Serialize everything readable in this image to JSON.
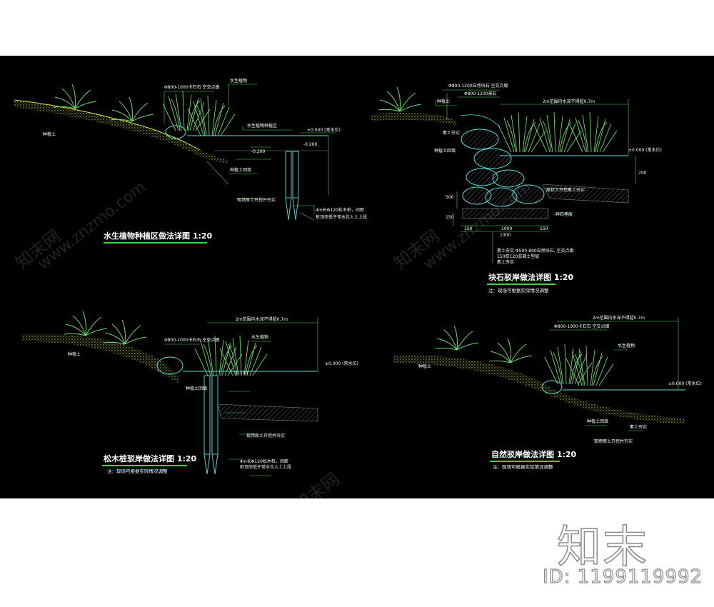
{
  "panels": [
    {
      "title": "水生植物种植区做法详图 1:20",
      "labels": [
        "Φ800-1000卡石石 空交点缀",
        "水生植物",
        "种植土",
        "水生植物种植区",
        "±0.000 (常水位)",
        "-0.200",
        "-0.200",
        "种植土回填",
        "现场原土开挖并夯实",
        "4m长Φ120松木桩，间距",
        "桩顶须低于常水位入土上段"
      ]
    },
    {
      "title": "块石驳岸做法详图 1:20",
      "note": "注：现场可根据实际情况调整",
      "labels": [
        "Φ800-1200自然块石 空交点缀",
        "Φ800-1200景石",
        "种植土",
        "2m范围内水深不得超0.7m",
        "种植土回填",
        "±0.000 (常水位)",
        "700",
        "500",
        "150",
        "150",
        "1000",
        "150",
        "1300",
        "素土夯实",
        "原状土开挖素土夯实",
        "碎石垫层",
        "素土夯实 Φ500-800自然块石, 空交点缀",
        "150厚C20混凝土垫层",
        "素土夯实"
      ]
    },
    {
      "title": "松木桩驳岸做法详图 1:20",
      "note": "注：现场可根据实际情况调整",
      "labels": [
        "2m范围内水深不得超0.7m",
        "Φ800-1000卡石石 空交点缀",
        "水生植物",
        "种植土",
        "±0.000 (常水位)",
        "-0.100",
        "种植土回填",
        "现场原土开挖并夯实",
        "4m长Φ120松木桩，间距",
        "桩顶须低于常水位入土上段"
      ]
    },
    {
      "title": "自然驳岸做法详图 1:20",
      "note": "注：现场可根据实际情况调整",
      "labels": [
        "2m范围内水深不得超0.7m",
        "Φ800-1000卡石石 空交点缀",
        "水生植物",
        "种植土",
        "±0.000 (常水位)",
        "种植土回填",
        "素土夯实",
        "现场原土开挖并夯实"
      ]
    }
  ],
  "watermark": {
    "site": "www.znzmo.com",
    "brand": "知末网",
    "logo": "知末",
    "id": "ID: 1199119992"
  },
  "colors": {
    "background": "#000000",
    "ground": "#d8e84a",
    "water": "#5fe0e0",
    "plant": "#6fd86f",
    "dim": "#4fd84f",
    "title_underline": "#3ad83a"
  }
}
